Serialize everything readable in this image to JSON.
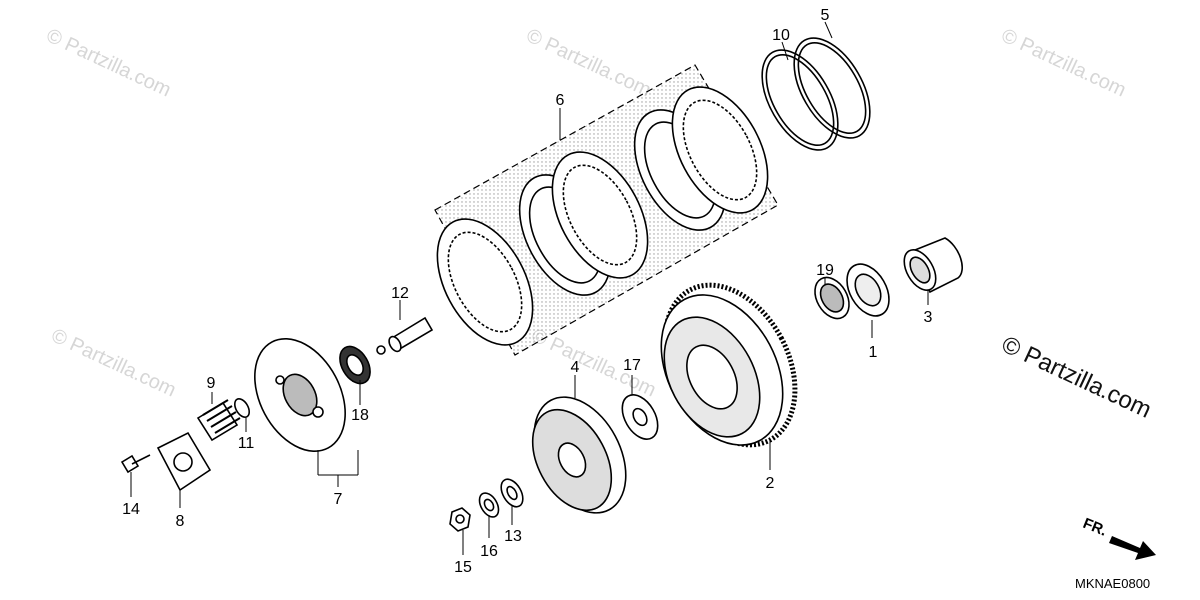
{
  "watermark": {
    "repeated_text": "© Partzilla.com",
    "main_text": "© Partzilla.com"
  },
  "diagram_code": "MKNAE0800",
  "front_marker": "FR.",
  "callouts": [
    {
      "id": "1",
      "label": "1"
    },
    {
      "id": "2",
      "label": "2"
    },
    {
      "id": "3",
      "label": "3"
    },
    {
      "id": "4",
      "label": "4"
    },
    {
      "id": "5",
      "label": "5"
    },
    {
      "id": "6",
      "label": "6"
    },
    {
      "id": "7",
      "label": "7"
    },
    {
      "id": "8",
      "label": "8"
    },
    {
      "id": "9",
      "label": "9"
    },
    {
      "id": "10",
      "label": "10"
    },
    {
      "id": "11",
      "label": "11"
    },
    {
      "id": "12",
      "label": "12"
    },
    {
      "id": "13",
      "label": "13"
    },
    {
      "id": "14",
      "label": "14"
    },
    {
      "id": "15",
      "label": "15"
    },
    {
      "id": "16",
      "label": "16"
    },
    {
      "id": "17",
      "label": "17"
    },
    {
      "id": "18",
      "label": "18"
    },
    {
      "id": "19",
      "label": "19"
    }
  ]
}
